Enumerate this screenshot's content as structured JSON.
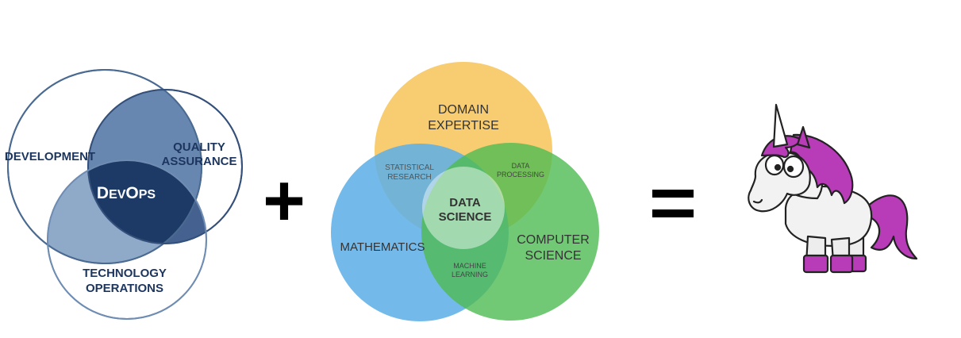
{
  "devops": {
    "development": "DEVELOPMENT",
    "quality_line1": "QUALITY",
    "quality_line2": "ASSURANCE",
    "center": "DEVOPS",
    "tech_line1": "TECHNOLOGY",
    "tech_line2": "OPERATIONS",
    "colors": {
      "outline": "#3c5a80",
      "light": "#8ea9c9",
      "mid": "#6a8bb3",
      "dark": "#1e3a66",
      "text": "#1c355e"
    }
  },
  "operators": {
    "plus": "+",
    "equals": "="
  },
  "datascience": {
    "domain_line1": "DOMAIN",
    "domain_line2": "EXPERTISE",
    "mathematics": "MATHEMATICS",
    "cs_line1": "COMPUTER",
    "cs_line2": "SCIENCE",
    "stat_line1": "STATISTICAL",
    "stat_line2": "RESEARCH",
    "dp_line1": "DATA",
    "dp_line2": "PROCESSING",
    "ml_line1": "MACHINE",
    "ml_line2": "LEARNING",
    "center_line1": "DATA",
    "center_line2": "SCIENCE",
    "colors": {
      "domain": "#f7c358",
      "math": "#5aa9e6",
      "cs": "#4dbb51",
      "text": "#333333"
    }
  },
  "unicorn": {
    "icon": "unicorn-icon",
    "mane_color": "#b83bb8",
    "body_color": "#f2f2f2"
  }
}
